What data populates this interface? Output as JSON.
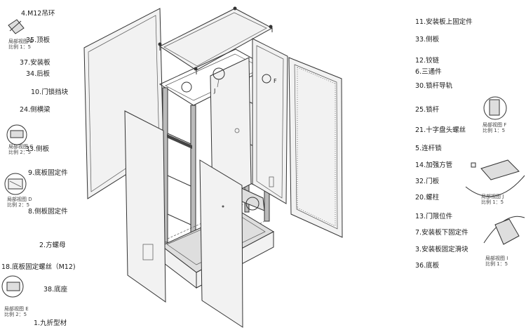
{
  "left_labels": [
    "4.M12吊环",
    "35.顶板",
    "37.安装板",
    "34.后板",
    "10.门锁挡块",
    "24.侧横梁",
    "33.侧板",
    "9.底板固定件",
    "8.侧板固定件",
    "2.方螺母",
    "18.底板固定螺丝（M12)",
    "38.底座",
    "1.九折型材"
  ],
  "right_labels": [
    "11.安装板上固定件",
    "33.侧板",
    "12.铰链",
    "6.三通件",
    "30.锁杆导轨",
    "25.锁杆",
    "21.十字盘头螺丝",
    "5.连杆锁",
    "14.加强方管",
    "32.门板",
    "20.螺柱",
    "13.门限位件",
    "7.安装板下固定件",
    "3.安装板固定滑块",
    "36.底板"
  ],
  "details": {
    "B": {
      "title": "局部视图 B",
      "scale": "比例 1：5"
    },
    "C": {
      "title": "局部视图 C",
      "scale": "比例 2：5"
    },
    "D": {
      "title": "局部视图 D",
      "scale": "比例 2：5"
    },
    "E": {
      "title": "局部视图 E",
      "scale": "比例 2：5"
    },
    "F": {
      "title": "局部视图 F",
      "scale": "比例 1：5"
    },
    "J": {
      "title": "局部视图 J",
      "scale": "比例 1：5"
    },
    "I": {
      "title": "局部视图 I",
      "scale": "比例 1：5"
    }
  },
  "callouts": {
    "j": "J",
    "f": "F"
  }
}
